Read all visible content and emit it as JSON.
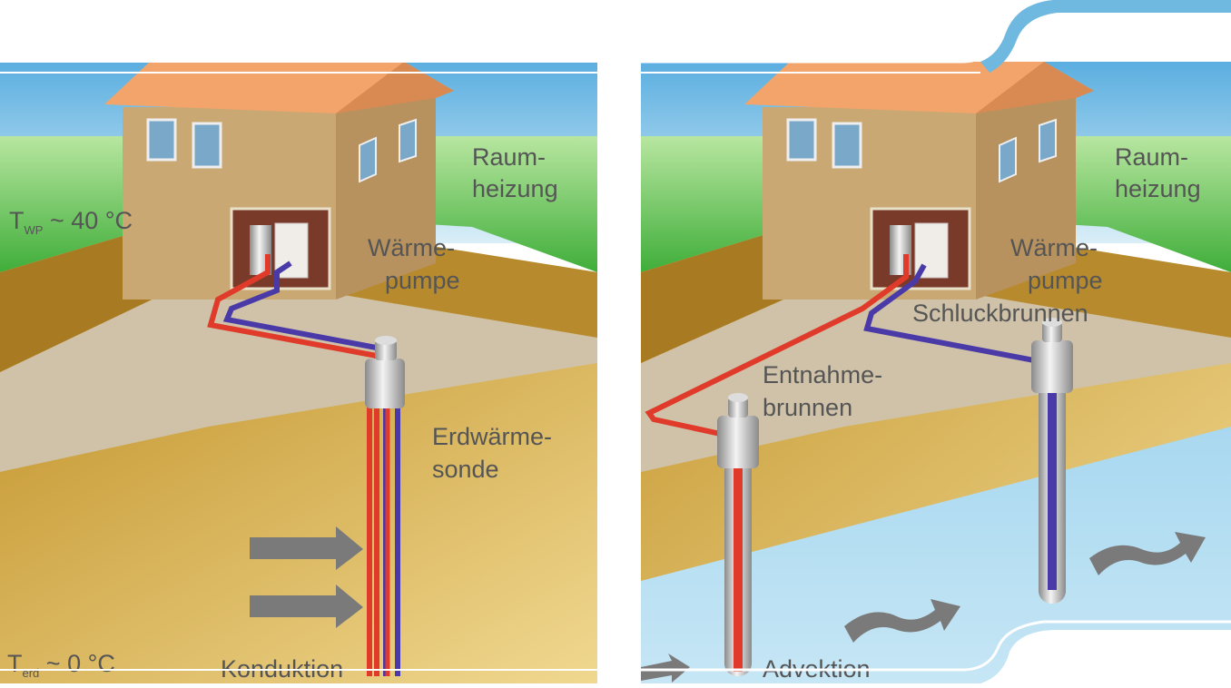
{
  "left_panel": {
    "label_heating_line1": "Raum-",
    "label_heating_line2": "heizung",
    "temp_wp_prefix": "T",
    "temp_wp_sub": "WP",
    "temp_wp_value": " ~ 40 °C",
    "label_heatpump_line1": "Wärme-",
    "label_heatpump_line2": "pumpe",
    "label_probe_line1": "Erdwärme-",
    "label_probe_line2": "sonde",
    "temp_ground_prefix": "T",
    "temp_ground_sub": "erd",
    "temp_ground_value": " ~ 0 °C",
    "label_mode": "Konduktion"
  },
  "right_panel": {
    "label_heating_line1": "Raum-",
    "label_heating_line2": "heizung",
    "label_heatpump_line1": "Wärme-",
    "label_heatpump_line2": "pumpe",
    "label_injection_well": "Schluckbrunnen",
    "label_extraction_line1": "Entnahme-",
    "label_extraction_line2": "brunnen",
    "label_mode": "Advektion"
  },
  "colors": {
    "sky_top": "#6fb8e0",
    "grass": "#5cc04e",
    "soil": "#c99a3a",
    "pipe_hot": "#e03a2a",
    "pipe_cold": "#4a3aa8",
    "water": "#b8dff2",
    "roof": "#f2a46a",
    "wall": "#c9a873"
  }
}
